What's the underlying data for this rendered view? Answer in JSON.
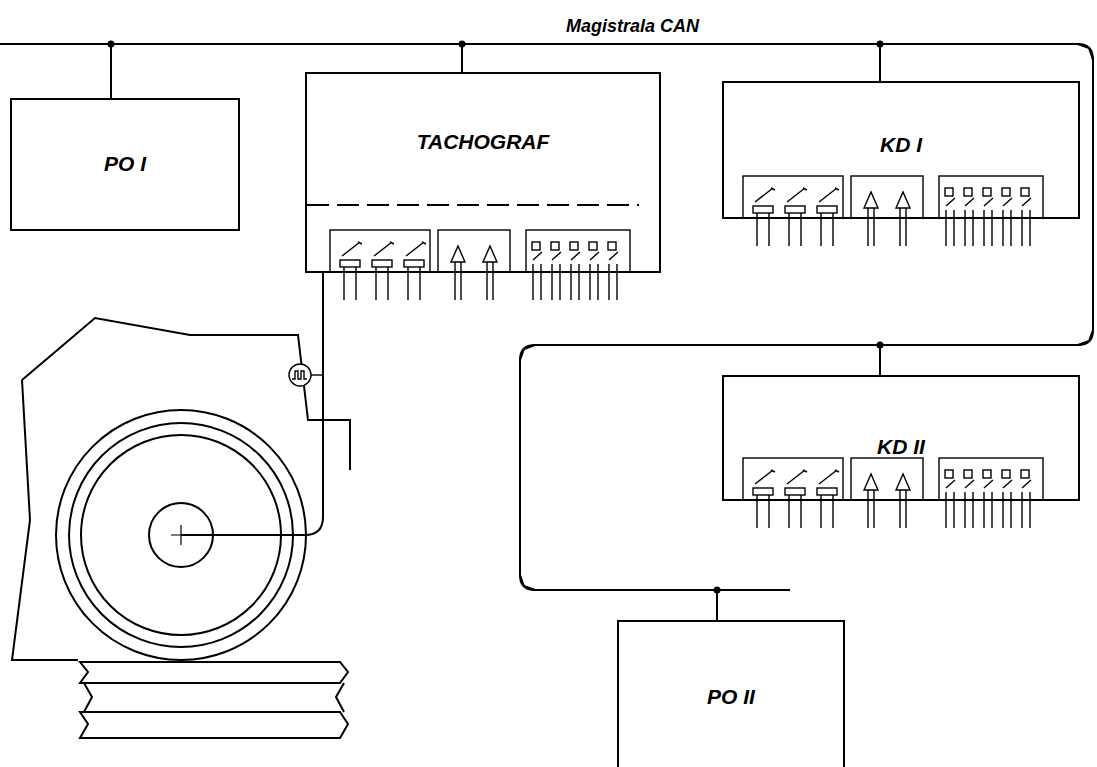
{
  "diagram": {
    "nodes": [
      {
        "text": [
          "PO I"
        ]
      },
      {
        "text": [
          "TACHOGRAF"
        ]
      },
      {
        "text": [
          "KD I"
        ]
      },
      {
        "text": [
          "KD II"
        ]
      },
      {
        "text": [
          "PO II"
        ]
      }
    ],
    "edges": [
      {
        "from": 0,
        "to": 1,
        "arrow": "none"
      },
      {
        "from": 1,
        "to": 2,
        "arrow": "none"
      },
      {
        "from": 2,
        "to": 3,
        "arrow": "none"
      },
      {
        "from": 3,
        "to": 4,
        "arrow": "none"
      }
    ],
    "labels": [
      "Magistrala CAN"
    ]
  }
}
